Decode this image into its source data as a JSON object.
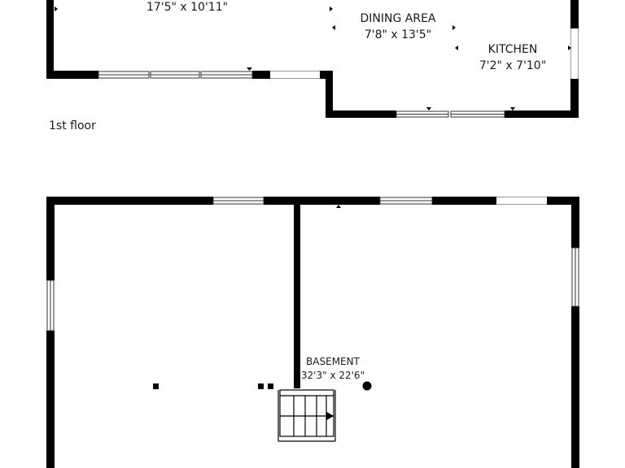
{
  "floors": [
    {
      "label": "1st floor",
      "rooms": [
        {
          "name": "",
          "dimensions": "17'5\" x 10'11\""
        },
        {
          "name": "DINING AREA",
          "dimensions": "7'8\" x 13'5\""
        },
        {
          "name": "KITCHEN",
          "dimensions": "7'2\" x 7'10\""
        }
      ]
    },
    {
      "label": "",
      "rooms": [
        {
          "name": "BASEMENT",
          "dimensions": "32'3\" x 22'6\""
        }
      ]
    }
  ],
  "colors": {
    "wall": "#000000",
    "window_frame": "#333333",
    "background": "#ffffff"
  }
}
